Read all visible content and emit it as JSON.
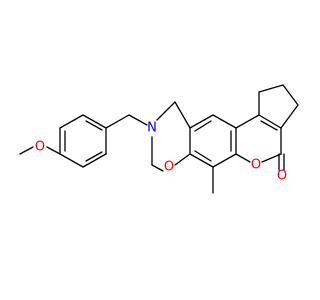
{
  "molecule": {
    "atom_labels": {
      "methoxy_oxygen": "O",
      "methyl_carbon": "",
      "amine_nitrogen": "N",
      "oxazine_oxygen": "O",
      "lactone_ring_oxygen": "O",
      "carbonyl_oxygen": "O"
    },
    "colors": {
      "bond": "#000000",
      "oxygen": "#ff0000",
      "nitrogen": "#0000ff",
      "background": "#ffffff"
    }
  }
}
